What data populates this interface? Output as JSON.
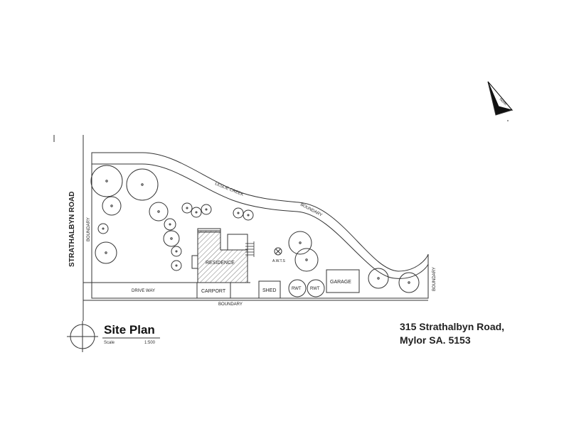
{
  "title": "Site Plan",
  "scale_label": "Scale",
  "scale_value": "1:500",
  "address_line1": "315 Strathalbyn Road,",
  "address_line2": "Mylor SA. 5153",
  "road_label": "STRATHALBYN ROAD",
  "labels": {
    "boundary_left": "BOUNDARY",
    "boundary_bottom": "BOUNDARY",
    "boundary_right": "BOUNDARY",
    "boundary_creek": "BOUNDARY",
    "creek": "LESLIE CREEK",
    "driveway": "DRIVE WAY",
    "residence": "RESIDENCE",
    "carport": "CARPORT",
    "shed": "SHED",
    "rwt1": "RWT",
    "rwt2": "RWT",
    "garage": "GARAGE",
    "awts": "A.W.T.S",
    "north": "North"
  },
  "colors": {
    "line": "#333333",
    "text": "#222222"
  }
}
